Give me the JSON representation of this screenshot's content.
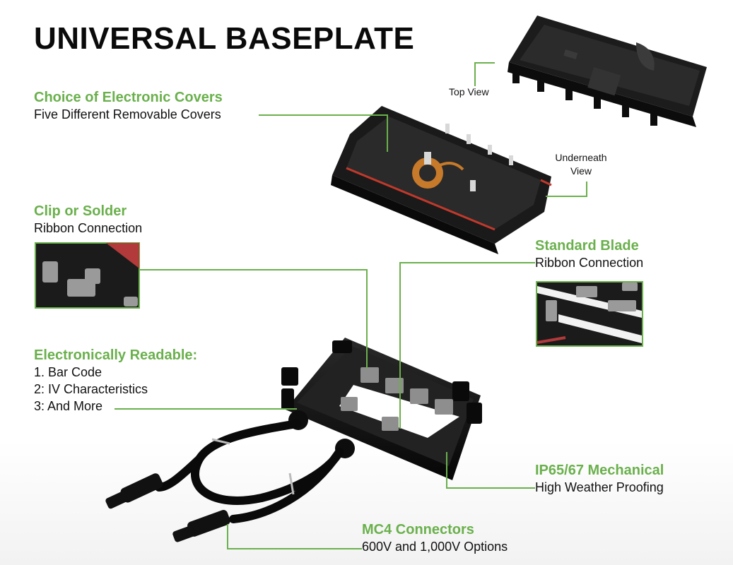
{
  "title": "UNIVERSAL BASEPLATE",
  "features": {
    "covers": {
      "heading": "Choice of Electronic Covers",
      "sub": "Five Different Removable Covers"
    },
    "clip": {
      "heading": "Clip or Solder",
      "sub": "Ribbon Connection"
    },
    "readable": {
      "heading": "Electronically Readable:",
      "lines": [
        "1. Bar Code",
        "2: IV Characteristics",
        "3: And More"
      ]
    },
    "blade": {
      "heading": "Standard Blade",
      "sub": "Ribbon Connection"
    },
    "ip": {
      "heading": "IP65/67 Mechanical",
      "sub": "High Weather Proofing"
    },
    "mc4": {
      "heading": "MC4 Connectors",
      "sub": "600V and 1,000V Options"
    }
  },
  "views": {
    "top": "Top View",
    "underneath_1": "Underneath",
    "underneath_2": "View"
  },
  "colors": {
    "accent": "#6ab04c",
    "body": "#1a1a1a"
  }
}
